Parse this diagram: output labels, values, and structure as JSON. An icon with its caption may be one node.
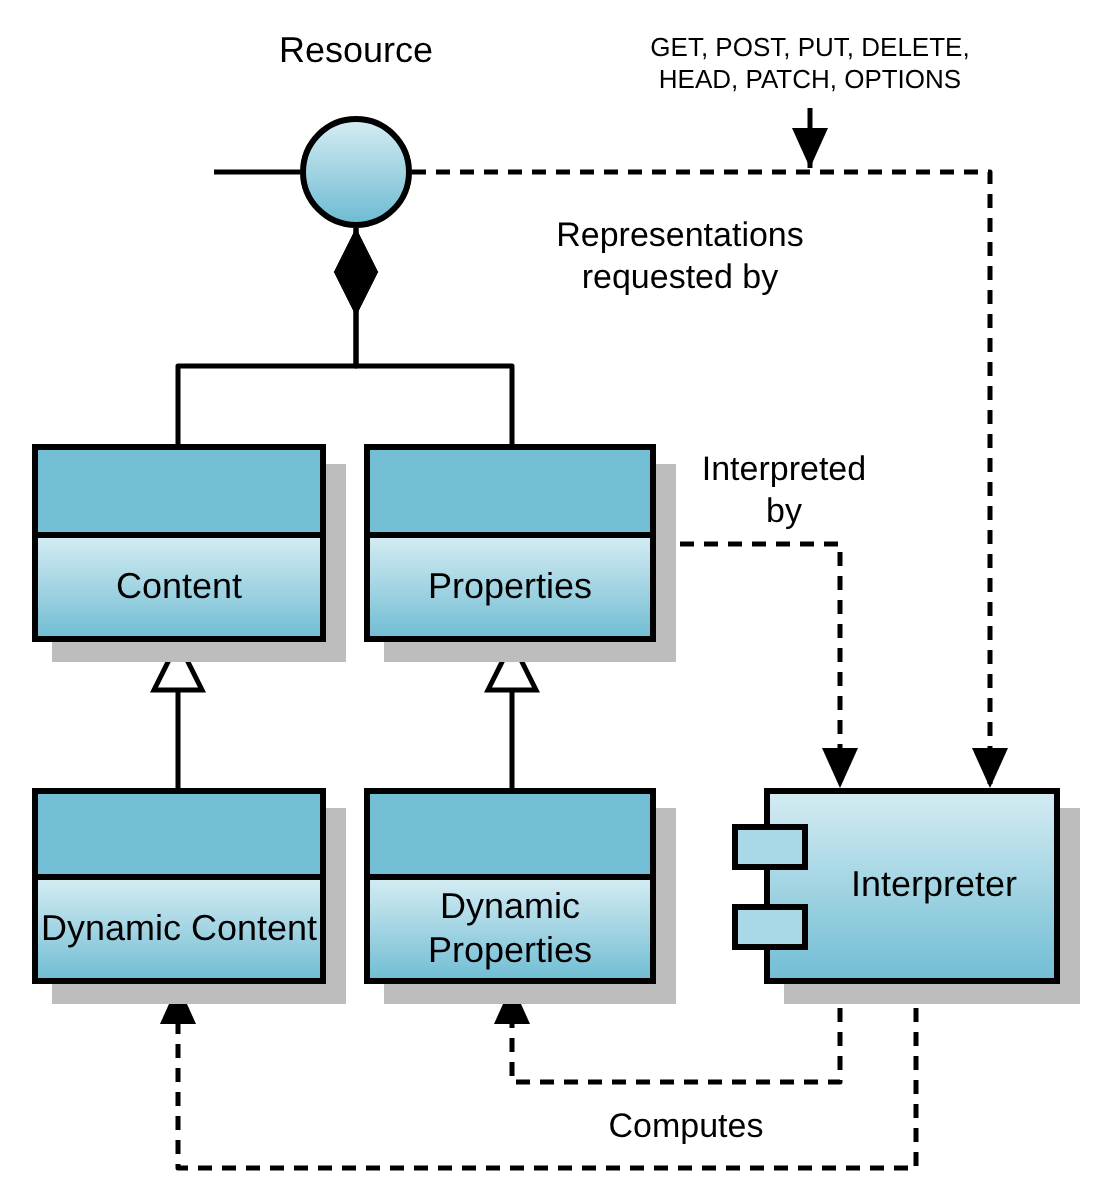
{
  "diagram": {
    "nodes": [
      {
        "text": [
          "Resource"
        ]
      },
      {
        "text": [
          "Content"
        ]
      },
      {
        "text": [
          "Properties"
        ]
      },
      {
        "text": [
          "Dynamic Content"
        ]
      },
      {
        "text": [
          "Dynamic Properties"
        ]
      },
      {
        "text": [
          "Interpreter"
        ]
      },
      {
        "text": [
          "GET, POST, PUT, DELETE, HEAD, PATCH, OPTIONS"
        ]
      }
    ],
    "edges": [
      {
        "from": null,
        "to": 0,
        "arrow": "none"
      },
      {
        "from": 0,
        "to": 1,
        "arrow": "other"
      },
      {
        "from": 0,
        "to": 2,
        "arrow": "other"
      },
      {
        "from": 3,
        "to": 1,
        "arrow": "to"
      },
      {
        "from": 4,
        "to": 2,
        "arrow": "to"
      },
      {
        "from": 0,
        "to": 5,
        "arrow": "to",
        "label": "Representations requested by",
        "style": "dashed"
      },
      {
        "from": 2,
        "to": 5,
        "arrow": "to",
        "label": "Interpreted by",
        "style": "dashed"
      },
      {
        "from": 5,
        "to": 4,
        "arrow": "to",
        "label": "Computes",
        "style": "dashed"
      },
      {
        "from": 5,
        "to": 3,
        "arrow": "to",
        "style": "dashed"
      },
      {
        "from": 6,
        "to": null,
        "arrow": "to"
      }
    ]
  }
}
